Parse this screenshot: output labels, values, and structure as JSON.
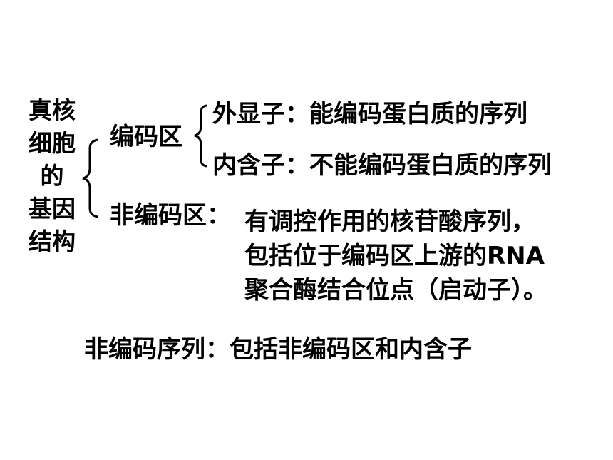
{
  "main_title_lines": [
    "真核",
    "细胞",
    "的",
    "基因",
    "结构"
  ],
  "coding_region": {
    "label": "编码区",
    "exon": "外显子：能编码蛋白质的序列",
    "intron": "内含子：不能编码蛋白质的序列"
  },
  "noncoding_region": {
    "label": "非编码区：",
    "description_lines": [
      "有调控作用的核苷酸序列，",
      "包括位于编码区上游的RNA",
      "聚合酶结合位点（启动子）。"
    ]
  },
  "noncoding_sequence": "非编码序列：包括非编码区和内含子",
  "colors": {
    "text": "#000000",
    "background": "#ffffff"
  }
}
